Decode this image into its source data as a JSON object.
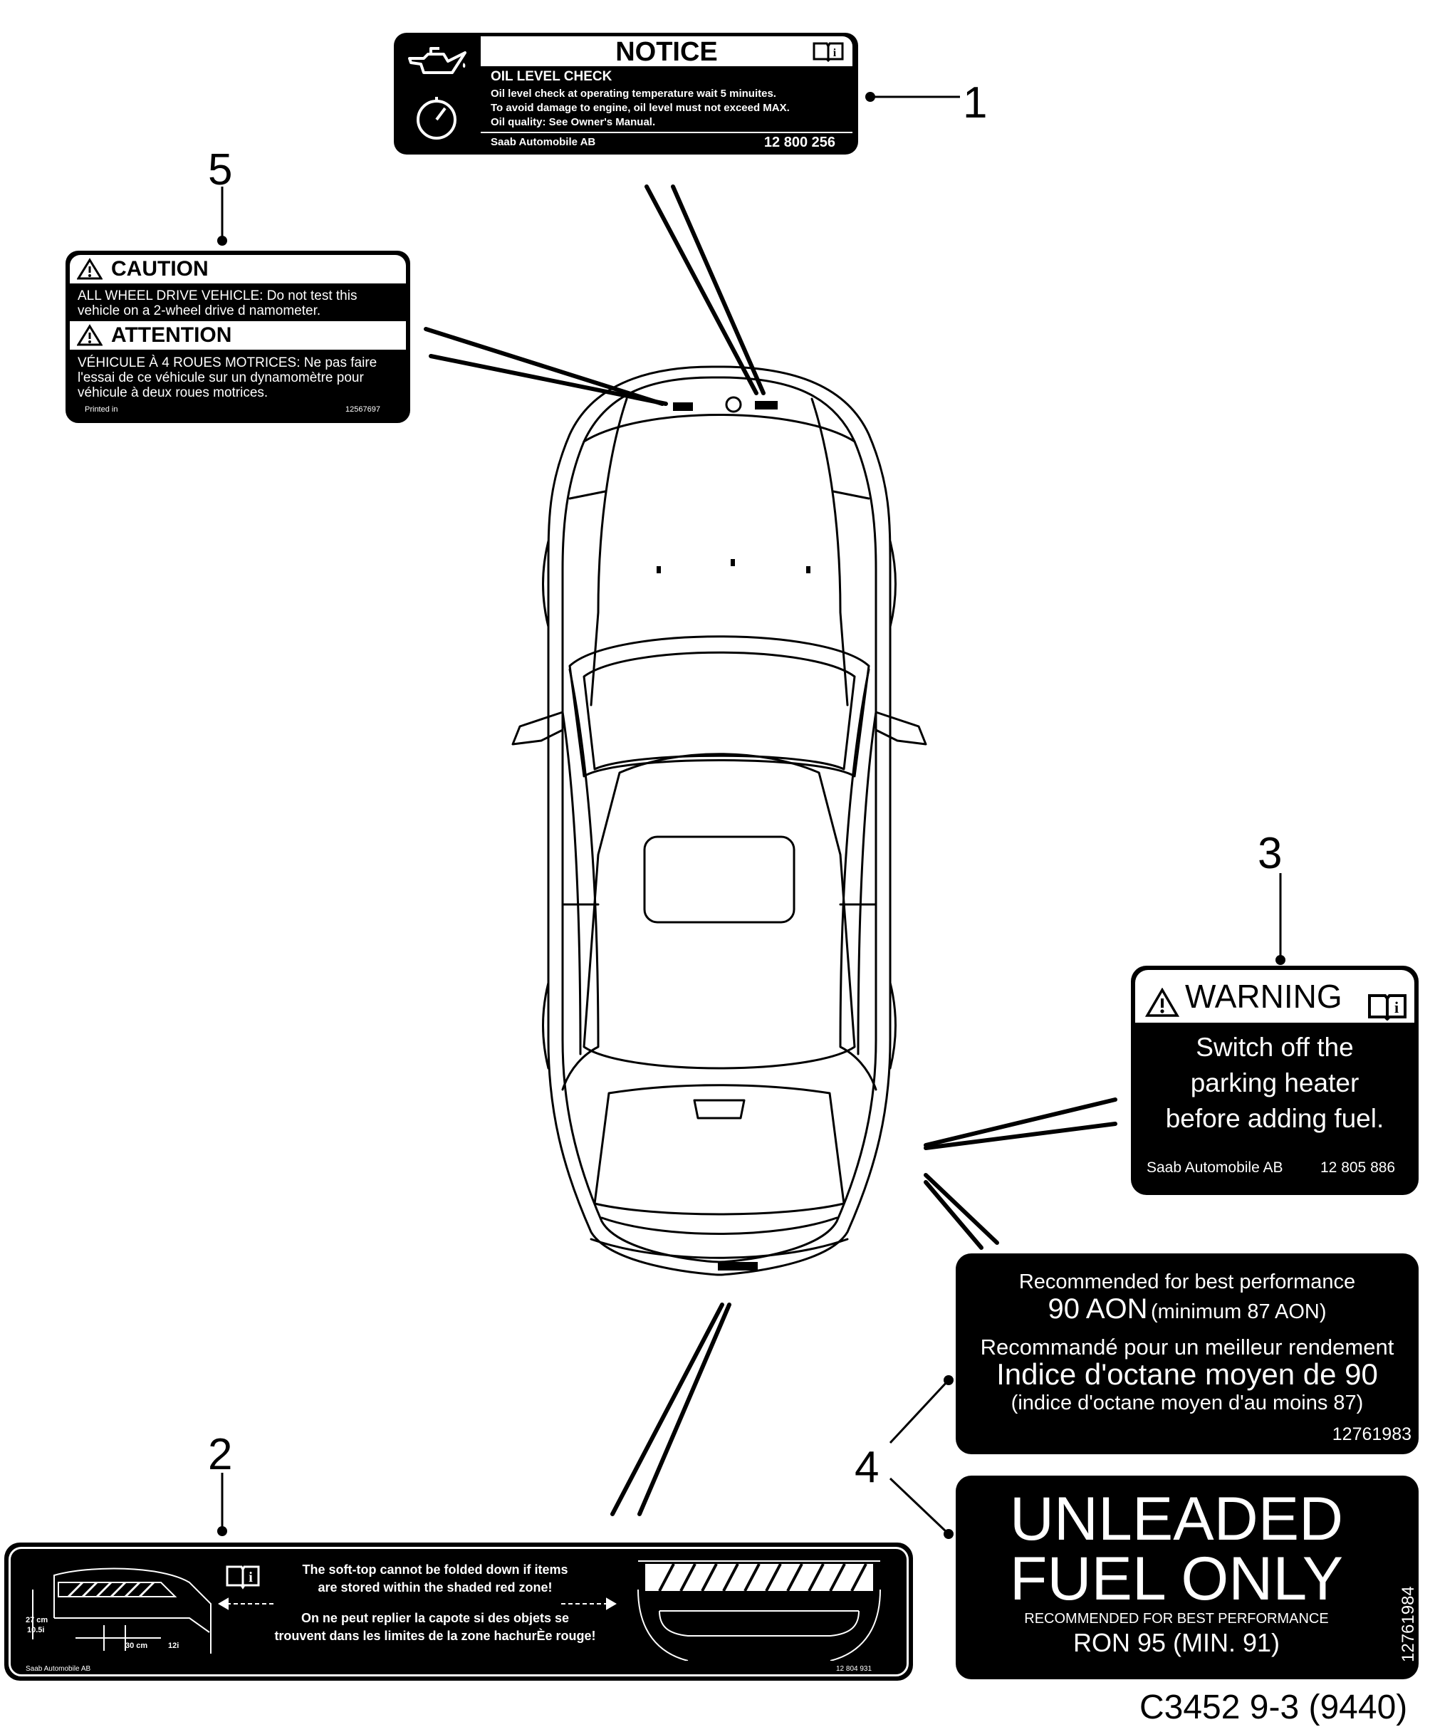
{
  "callouts": [
    "1",
    "2",
    "3",
    "4",
    "5"
  ],
  "notice_label": {
    "title": "NOTICE",
    "heading": "OIL LEVEL CHECK",
    "lines": [
      "Oil level check at operating temperature wait 5 minuites.",
      "To avoid damage to engine, oil level must not exceed MAX.",
      "Oil quality: See Owner's Manual."
    ],
    "manufacturer": "Saab Automobile AB",
    "part_number": "12 800 256",
    "icons": [
      "oil-can-icon",
      "stopwatch-icon",
      "manual-info-icon"
    ]
  },
  "caution_label": {
    "title_en": "CAUTION",
    "text_en_1": "ALL WHEEL DRIVE VEHICLE: Do not test this",
    "text_en_2": "vehicle on a 2-wheel drive d  namometer.",
    "title_fr": "ATTENTION",
    "text_fr_1": "VÉHICULE À 4 ROUES MOTRICES: Ne pas faire",
    "text_fr_2": "l'essai de ce véhicule sur un dynamomètre pour",
    "text_fr_3": "véhicule à deux roues motrices.",
    "printed_in": "Printed in",
    "part_number": "12567697"
  },
  "warning_label": {
    "title": "WARNING",
    "lines": [
      "Switch off the",
      "parking heater",
      "before adding fuel."
    ],
    "manufacturer": "Saab Automobile AB",
    "part_number": "12 805 886"
  },
  "octane_label": {
    "line1": "Recommended for best performance",
    "line2_big": "90 AON",
    "line2_small": "(minimum 87 AON)",
    "line3": "Recommandé pour un meilleur rendement",
    "line4": "Indice d'octane moyen de 90",
    "line5": "(indice d'octane moyen d'au moins 87)",
    "part_number": "12761983"
  },
  "unleaded_label": {
    "line1": "UNLEADED",
    "line2": "FUEL ONLY",
    "line3": "RECOMMENDED FOR BEST PERFORMANCE",
    "line4": "RON 95 (MIN. 91)",
    "part_number": "12761984"
  },
  "softtop_label": {
    "text_en_1": "The soft-top cannot be folded down if items",
    "text_en_2": "are stored within the shaded red zone!",
    "text_fr_1": "On ne peut replier la capote si des objets se",
    "text_fr_2": "trouvent dans les limites de la zone hachurÈe rouge!",
    "dim_height_cm": "27 cm",
    "dim_height_in": "10.5i",
    "dim_len_cm": "30 cm",
    "dim_len_in": "12i",
    "manufacturer": "Saab Automobile AB",
    "part_number": "12 804 931"
  },
  "figure_id": "C3452 9-3 (9440)"
}
